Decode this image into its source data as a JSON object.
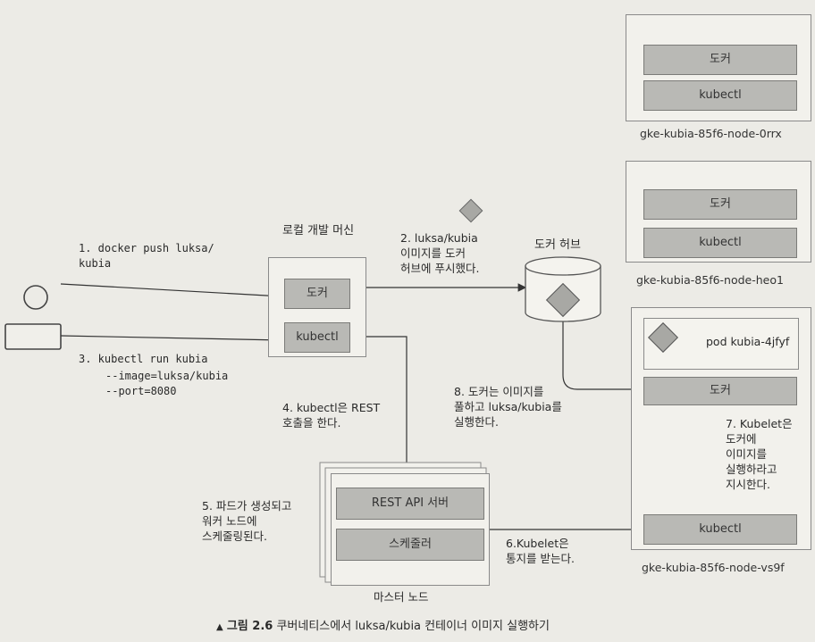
{
  "nodes": {
    "node0": {
      "bar1": "도커",
      "bar2": "kubectl",
      "name": "gke-kubia-85f6-node-0rrx"
    },
    "node1": {
      "bar1": "도커",
      "bar2": "kubectl",
      "name": "gke-kubia-85f6-node-heo1"
    },
    "node2": {
      "pod": "pod kubia-4jfyf",
      "bar1": "도커",
      "bar2": "kubectl",
      "name": "gke-kubia-85f6-node-vs9f"
    }
  },
  "local": {
    "title": "로컬 개발 머신",
    "docker": "도커",
    "kubectl": "kubectl"
  },
  "hub": {
    "title": "도커 허브"
  },
  "master": {
    "api": "REST API 서버",
    "scheduler": "스케줄러",
    "title": "마스터 노드"
  },
  "steps": {
    "s1": "1. docker push luksa/\nkubia",
    "s2": "2. luksa/kubia\n이미지를 도커\n허브에 푸시했다.",
    "s3a": "3. kubectl run kubia",
    "s3b": "--image=luksa/kubia\n--port=8080",
    "s4": "4. kubectl은 REST\n호출을 한다.",
    "s5": "5. 파드가 생성되고\n워커 노드에\n스케줄링된다.",
    "s6": "6.Kubelet은\n통지를 받는다.",
    "s7": "7. Kubelet은\n도커에\n이미지를\n실행하라고\n지시한다.",
    "s8": "8. 도커는 이미지를\n풀하고 luksa/kubia를\n실행한다."
  },
  "caption": {
    "prefix": "그림 2.6",
    "text": "쿠버네티스에서 luksa/kubia 컨테이너 이미지 실행하기"
  }
}
